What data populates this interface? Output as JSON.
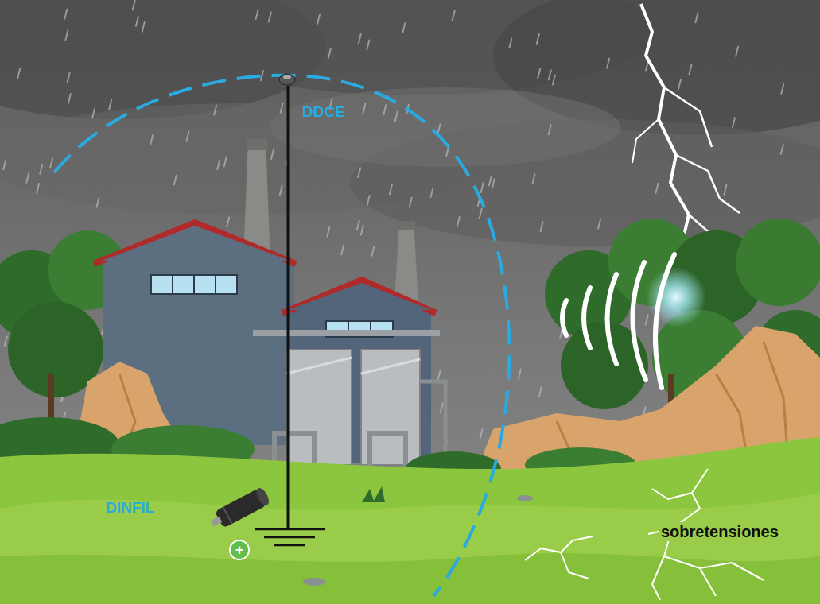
{
  "diagram": {
    "nodes": [
      {
        "text": [
          "+"
        ]
      }
    ],
    "labels": [
      "DDCE",
      "DINFIL",
      "sobretensiones"
    ]
  }
}
